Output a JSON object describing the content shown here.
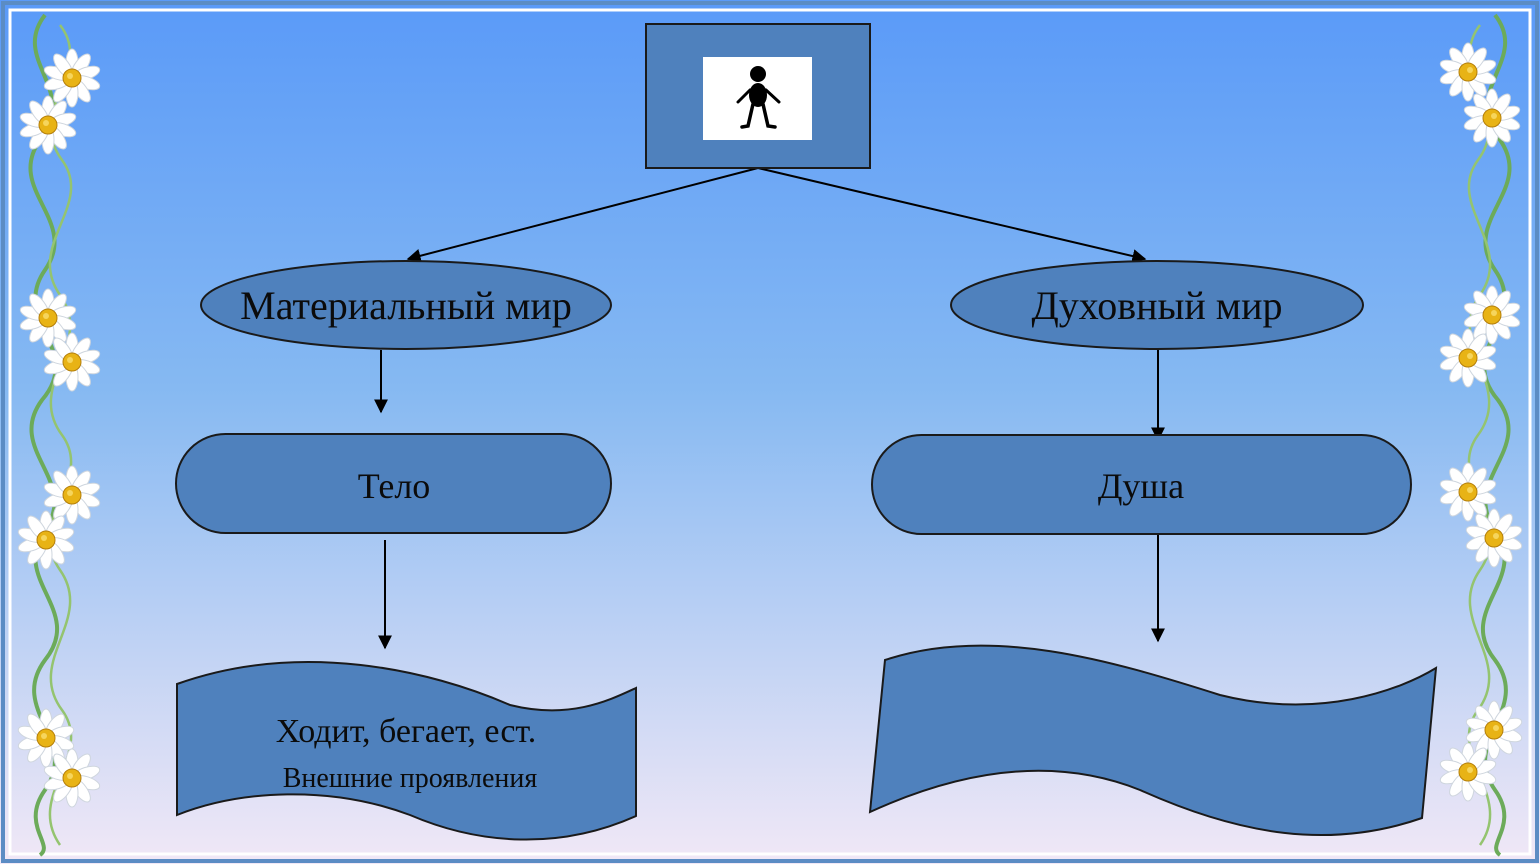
{
  "diagram": {
    "root": {
      "icon": "person-icon"
    },
    "nodes": {
      "material_world": "Материальный мир",
      "spiritual_world": "Духовный мир",
      "body": "Тело",
      "soul": "Душа",
      "body_actions_line1": "Ходит, бегает, ест.",
      "body_actions_line2": "Внешние проявления",
      "soul_actions": ""
    },
    "decoration": {
      "flower": "daisy-icon"
    }
  },
  "colors": {
    "node_fill": "#4f81bd",
    "node_stroke": "#1a1a1a",
    "bg_top": "#5a9af8",
    "bg_bottom": "#f1e8f6",
    "frame": "#5b8cc4",
    "vine": "#6cab5a"
  }
}
